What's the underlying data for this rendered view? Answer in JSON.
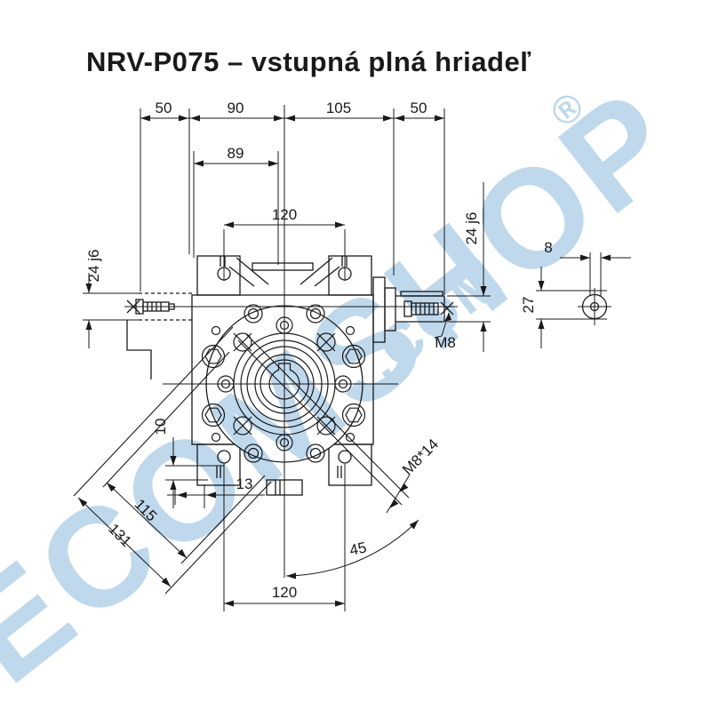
{
  "title": "NRV-P075 – vstupná plná hriadeľ",
  "watermark": {
    "line1": "ECOMSHOP",
    "reg": "®",
    "line2": ".COM",
    "color": "#bcd6eb"
  },
  "drawing": {
    "line_color": "#1a1a1a",
    "dims": {
      "top_left_50": "50",
      "top_90": "90",
      "top_105": "105",
      "top_right_50": "50",
      "width_89": "89",
      "top_120": "120",
      "left_shaft_dia": "24 j6",
      "right_shaft_dia": "24 j6",
      "right_thread": "M8",
      "key_width_8": "8",
      "key_height_27": "27",
      "offset_10": "10",
      "offset_13": "13",
      "diag_115": "115",
      "diag_131": "131",
      "angle_45": "45",
      "bottom_120": "120",
      "diag_thread": "M8*14"
    }
  }
}
